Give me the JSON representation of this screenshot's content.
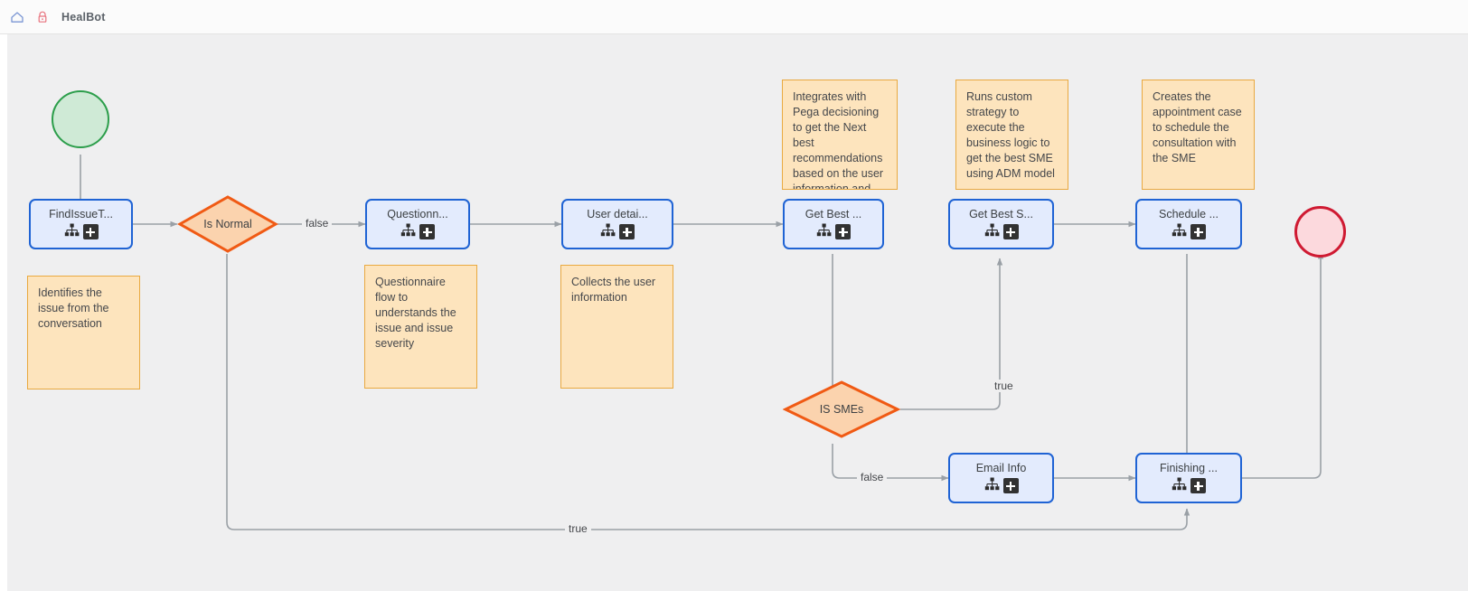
{
  "header": {
    "home_icon": "home-icon",
    "lock_icon": "lock-icon",
    "title": "HealBot"
  },
  "colors": {
    "canvas_bg": "#efeff0",
    "node_fill": "#e3ebfd",
    "node_border": "#1f63d4",
    "decision_fill": "#fbd3ae",
    "decision_border": "#f05a14",
    "note_fill": "#fde4bd",
    "note_border": "#e9a940",
    "start_fill": "#cfead6",
    "start_border": "#2c9e4b",
    "end_fill": "#fcd9dd",
    "end_border": "#cf1a32",
    "edge": "#9aa0a6"
  },
  "flow": {
    "start_node": {
      "name": "start-event"
    },
    "end_node": {
      "name": "end-event"
    },
    "nodes": [
      {
        "id": "find-issue",
        "label": "FindIssueT...",
        "icons": [
          "tree-icon",
          "plus-badge-icon"
        ]
      },
      {
        "id": "questionnaire",
        "label": "Questionn...",
        "icons": [
          "tree-icon",
          "plus-badge-icon"
        ]
      },
      {
        "id": "user-details",
        "label": "User detai...",
        "icons": [
          "tree-icon",
          "plus-badge-icon"
        ]
      },
      {
        "id": "get-best",
        "label": "Get Best ...",
        "icons": [
          "tree-icon",
          "plus-badge-icon"
        ]
      },
      {
        "id": "get-best-sme",
        "label": "Get Best S...",
        "icons": [
          "tree-icon",
          "plus-badge-icon"
        ]
      },
      {
        "id": "schedule",
        "label": "Schedule ...",
        "icons": [
          "tree-icon",
          "plus-badge-icon"
        ]
      },
      {
        "id": "email-info",
        "label": "Email Info",
        "icons": [
          "tree-icon",
          "plus-badge-icon"
        ]
      },
      {
        "id": "finishing",
        "label": "Finishing ...",
        "icons": [
          "tree-icon",
          "plus-badge-icon"
        ]
      }
    ],
    "decisions": [
      {
        "id": "is-normal",
        "label": "Is Normal"
      },
      {
        "id": "is-smes",
        "label": "IS SMEs"
      }
    ],
    "edge_labels": [
      {
        "id": "is-normal-false",
        "text": "false"
      },
      {
        "id": "is-normal-true",
        "text": "true"
      },
      {
        "id": "is-smes-true",
        "text": "true"
      },
      {
        "id": "is-smes-false",
        "text": "false"
      }
    ],
    "notes": [
      {
        "id": "note-find-issue",
        "text": "Identifies the issue from the conversation"
      },
      {
        "id": "note-questionnaire",
        "text": "Questionnaire flow to understands the issue and issue severity"
      },
      {
        "id": "note-user-details",
        "text": "Collects the user information"
      },
      {
        "id": "note-get-best",
        "text": "Integrates with Pega decisioning to get the Next best recommendations based on the user information and is..."
      },
      {
        "id": "note-get-best-sme",
        "text": "Runs custom strategy to execute the business logic to get the best SME  using ADM model"
      },
      {
        "id": "note-schedule",
        "text": "Creates the appointment case to schedule the consultation with the SME"
      }
    ]
  }
}
